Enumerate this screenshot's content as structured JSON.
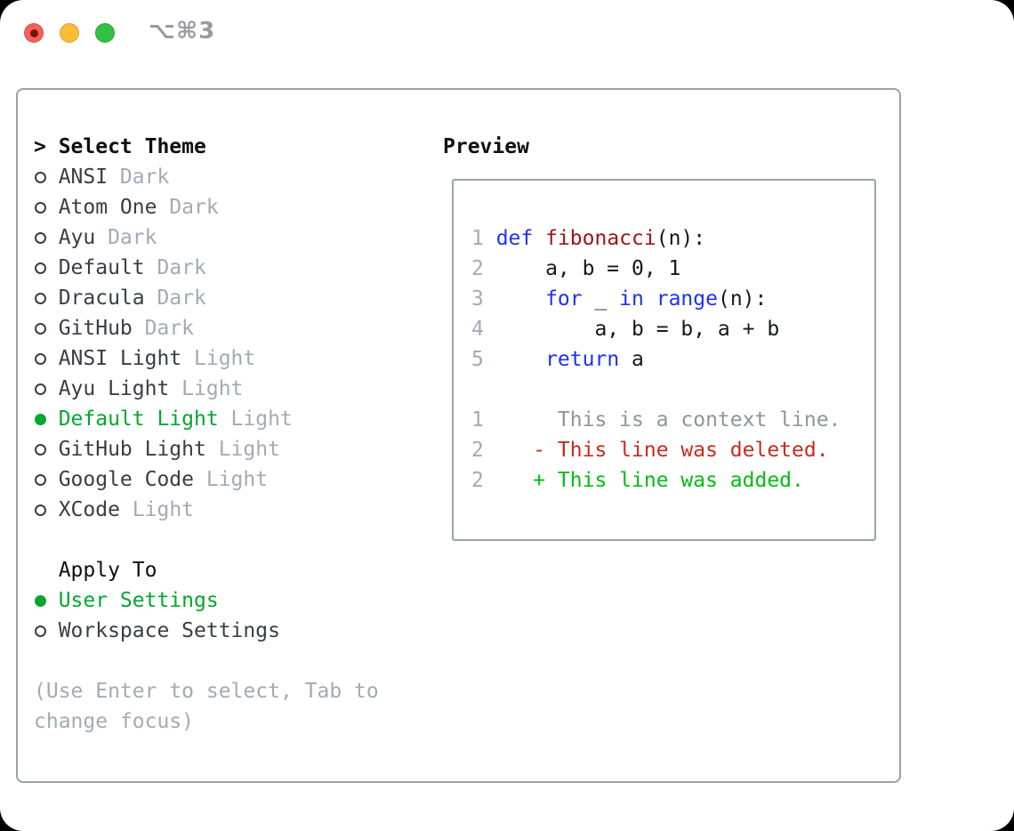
{
  "titlebar": {
    "shortcut": "⌥⌘3",
    "buttons": [
      {
        "name": "close"
      },
      {
        "name": "minimize"
      },
      {
        "name": "zoom"
      }
    ]
  },
  "colors": {
    "traffic-red": "#f4605a",
    "traffic-red-dot": "#771408",
    "traffic-yellow": "#fcbc35",
    "traffic-green": "#30c145",
    "title-gray": "#9a9ba0",
    "panel-border": "#99a2ac",
    "heading-black": "#0c0f14",
    "item-gray": "#383e46",
    "muted-gray": "#a2abb5",
    "context-gray": "#8d959d",
    "code-black": "#15181d",
    "keyword-blue": "#1e31f2",
    "function-red": "#a21414",
    "deleted-red": "#c52d1d",
    "added-green": "#00bd12",
    "accent-green": "#03a72f"
  },
  "theme_picker": {
    "cursor": ">",
    "title": "Select Theme",
    "items": [
      {
        "name": "ANSI",
        "tag": "Dark",
        "selected": false
      },
      {
        "name": "Atom One",
        "tag": "Dark",
        "selected": false
      },
      {
        "name": "Ayu",
        "tag": "Dark",
        "selected": false
      },
      {
        "name": "Default",
        "tag": "Dark",
        "selected": false
      },
      {
        "name": "Dracula",
        "tag": "Dark",
        "selected": false
      },
      {
        "name": "GitHub",
        "tag": "Dark",
        "selected": false
      },
      {
        "name": "ANSI Light",
        "tag": "Light",
        "selected": false
      },
      {
        "name": "Ayu Light",
        "tag": "Light",
        "selected": false
      },
      {
        "name": "Default Light",
        "tag": "Light",
        "selected": true
      },
      {
        "name": "GitHub Light",
        "tag": "Light",
        "selected": false
      },
      {
        "name": "Google Code",
        "tag": "Light",
        "selected": false
      },
      {
        "name": "XCode",
        "tag": "Light",
        "selected": false
      }
    ],
    "apply_to": {
      "title": "Apply To",
      "options": [
        {
          "name": "User Settings",
          "selected": true
        },
        {
          "name": "Workspace Settings",
          "selected": false
        }
      ]
    },
    "hint": "(Use Enter to select, Tab to change focus)"
  },
  "preview": {
    "title": "Preview",
    "lines": [
      {
        "num": "1",
        "tokens": [
          {
            "t": "def",
            "c": "kw"
          },
          {
            "t": " "
          },
          {
            "t": "fibonacci",
            "c": "fn"
          },
          {
            "t": "(n):"
          }
        ]
      },
      {
        "num": "2",
        "tokens": [
          {
            "t": "    a, b = 0, 1"
          }
        ]
      },
      {
        "num": "3",
        "tokens": [
          {
            "t": "    "
          },
          {
            "t": "for",
            "c": "kw"
          },
          {
            "t": " _ "
          },
          {
            "t": "in",
            "c": "kw"
          },
          {
            "t": " "
          },
          {
            "t": "range",
            "c": "kw"
          },
          {
            "t": "(n):"
          }
        ]
      },
      {
        "num": "4",
        "tokens": [
          {
            "t": "        a, b = b, a + b"
          }
        ]
      },
      {
        "num": "5",
        "tokens": [
          {
            "t": "    "
          },
          {
            "t": "return",
            "c": "kw"
          },
          {
            "t": " a"
          }
        ]
      },
      {
        "num": "",
        "tokens": []
      },
      {
        "num": "1",
        "tokens": [
          {
            "t": "     This is a context line.",
            "c": "ctx"
          }
        ]
      },
      {
        "num": "2",
        "tokens": [
          {
            "t": "   - This line was deleted.",
            "c": "del"
          }
        ]
      },
      {
        "num": "2",
        "tokens": [
          {
            "t": "   + This line was added.",
            "c": "add"
          }
        ]
      }
    ]
  }
}
